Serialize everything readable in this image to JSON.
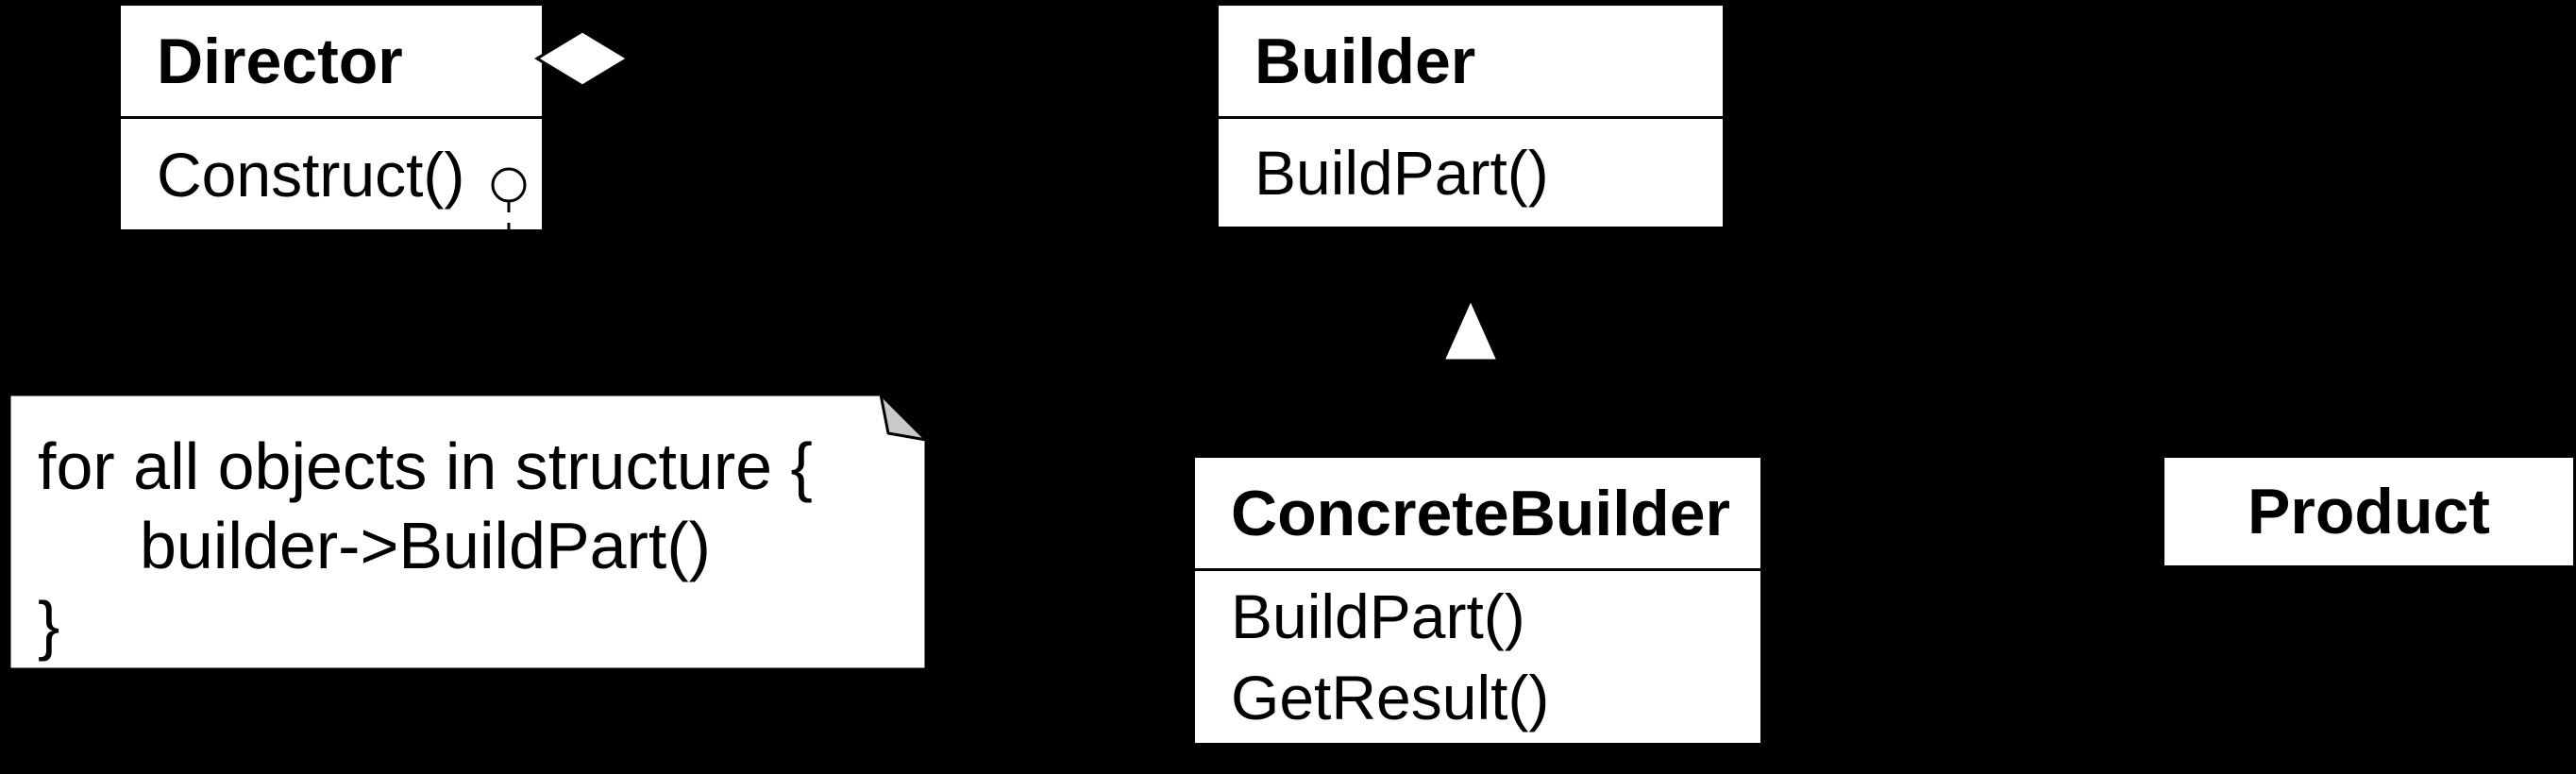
{
  "classes": {
    "director": {
      "name": "Director",
      "methods": [
        "Construct()"
      ]
    },
    "builder": {
      "name": "Builder",
      "methods": [
        "BuildPart()"
      ]
    },
    "concrete_builder": {
      "name": "ConcreteBuilder",
      "methods": [
        "BuildPart()",
        "GetResult()"
      ]
    },
    "product": {
      "name": "Product",
      "methods": []
    }
  },
  "note": {
    "lines": [
      "for all objects in structure {",
      "builder->BuildPart()",
      "}"
    ]
  },
  "shapes": {
    "aggregation_diamond": "white-diamond",
    "generalization_triangle": "white-hollow-triangle",
    "note_anchor": "circle-with-dashed-line",
    "note_corner": "folded-dog-ear"
  },
  "colors": {
    "background": "#000000",
    "shape_fill": "#ffffff",
    "line": "#000000",
    "text": "#000000",
    "dogear": "#c9c9c9"
  }
}
